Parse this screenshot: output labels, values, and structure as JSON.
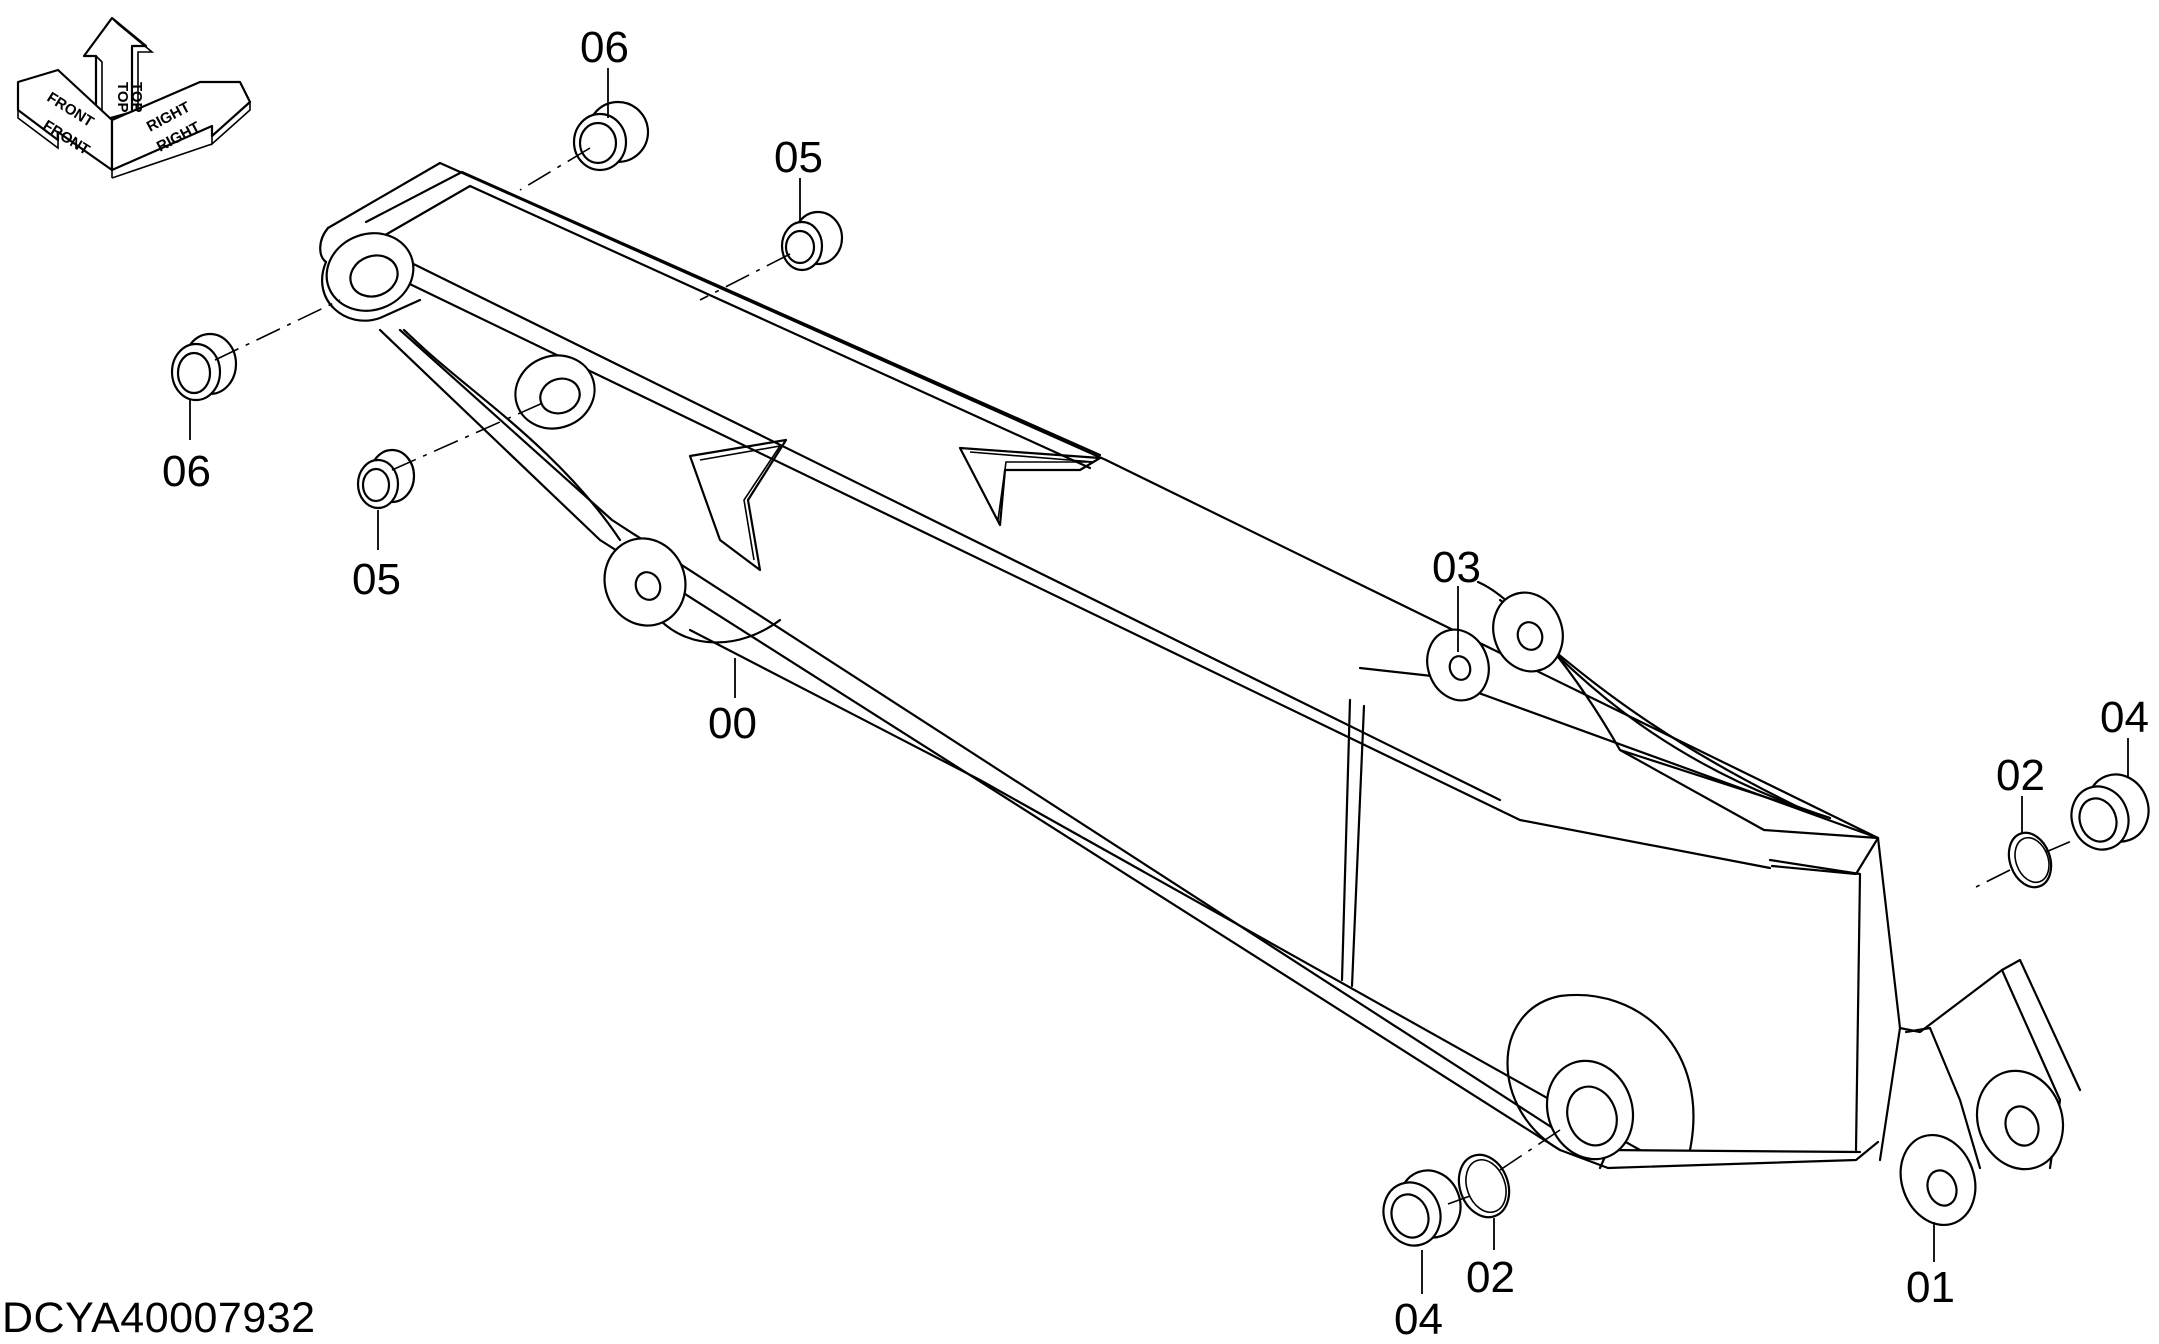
{
  "drawing_id": "DCYA40007932",
  "orientation": {
    "front_lower": "FRONT",
    "front_upper": "FRONT",
    "top_upper": "TOP",
    "top_lower": "TOP",
    "right_upper": "RIGHT",
    "right_lower": "RIGHT"
  },
  "parts": [
    {
      "label": "00",
      "name": "boom"
    },
    {
      "label": "01",
      "name": "boss"
    },
    {
      "label": "02",
      "name": "ring"
    },
    {
      "label": "02",
      "name": "ring"
    },
    {
      "label": "03",
      "name": "boss"
    },
    {
      "label": "04",
      "name": "bushing"
    },
    {
      "label": "04",
      "name": "bushing"
    },
    {
      "label": "05",
      "name": "bushing"
    },
    {
      "label": "05",
      "name": "bushing"
    },
    {
      "label": "06",
      "name": "bushing"
    },
    {
      "label": "06",
      "name": "bushing"
    }
  ]
}
